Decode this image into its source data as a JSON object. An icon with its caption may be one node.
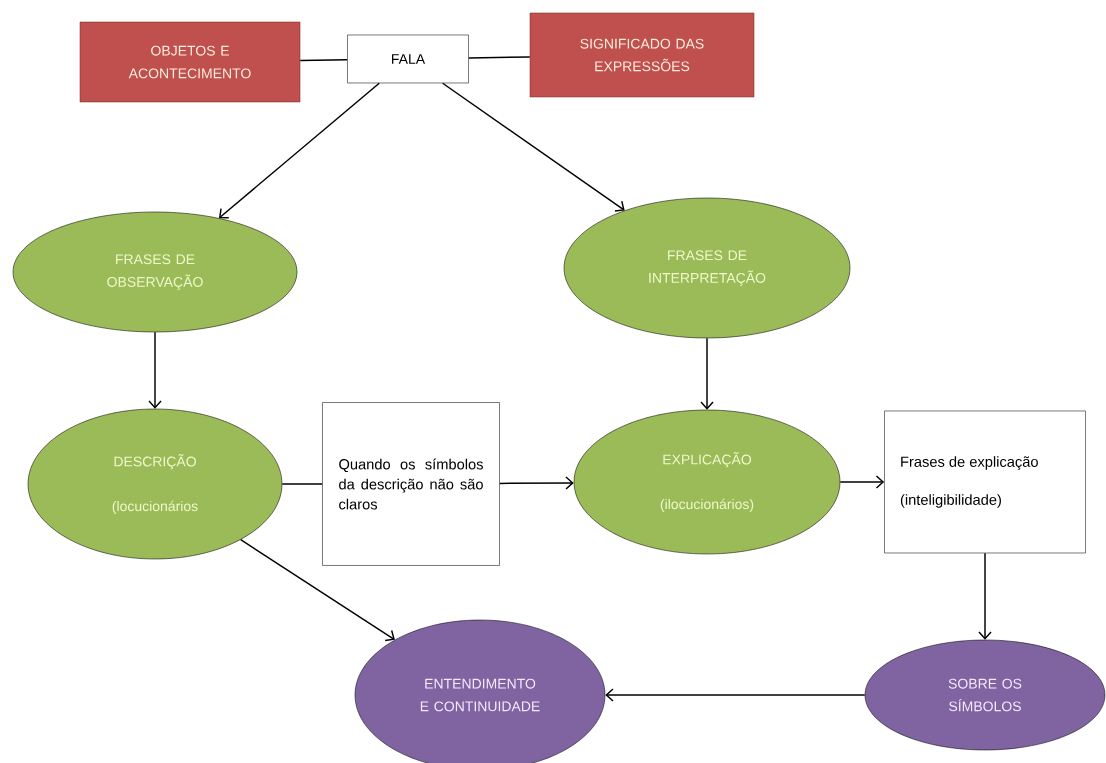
{
  "diagram": {
    "nodes": [
      {
        "text": [
          "OBJETOS E ACONTECIMENTO"
        ]
      },
      {
        "text": [
          "FALA"
        ]
      },
      {
        "text": [
          "SIGNIFICADO DAS EXPRESSÕES"
        ]
      },
      {
        "text": [
          "FRASES DE OBSERVAÇÃO"
        ]
      },
      {
        "text": [
          "FRASES DE INTERPRETAÇÃO"
        ]
      },
      {
        "text": [
          "DESCRIÇÃO",
          "(locucionários"
        ]
      },
      {
        "text": [
          "Quando os símbolos da descrição não são claros"
        ]
      },
      {
        "text": [
          "EXPLICAÇÃO",
          "(ilocucionários)"
        ]
      },
      {
        "text": [
          "Frases de explicação",
          "(inteligibilidade)"
        ]
      },
      {
        "text": [
          "ENTENDIMENTO E CONTINUIDADE"
        ]
      },
      {
        "text": [
          "SOBRE OS SÍMBOLOS"
        ]
      }
    ],
    "edges": [
      {
        "from": 0,
        "to": 1,
        "arrow": "none"
      },
      {
        "from": 1,
        "to": 2,
        "arrow": "none"
      },
      {
        "from": 1,
        "to": 3,
        "arrow": "to"
      },
      {
        "from": 1,
        "to": 4,
        "arrow": "to"
      },
      {
        "from": 3,
        "to": 5,
        "arrow": "to"
      },
      {
        "from": 4,
        "to": 7,
        "arrow": "to"
      },
      {
        "from": 5,
        "to": 6,
        "arrow": "none"
      },
      {
        "from": 6,
        "to": 7,
        "arrow": "to"
      },
      {
        "from": 7,
        "to": 8,
        "arrow": "to"
      },
      {
        "from": 8,
        "to": 10,
        "arrow": "to"
      },
      {
        "from": 5,
        "to": 9,
        "arrow": "to"
      },
      {
        "from": 10,
        "to": 9,
        "arrow": "to"
      }
    ]
  }
}
